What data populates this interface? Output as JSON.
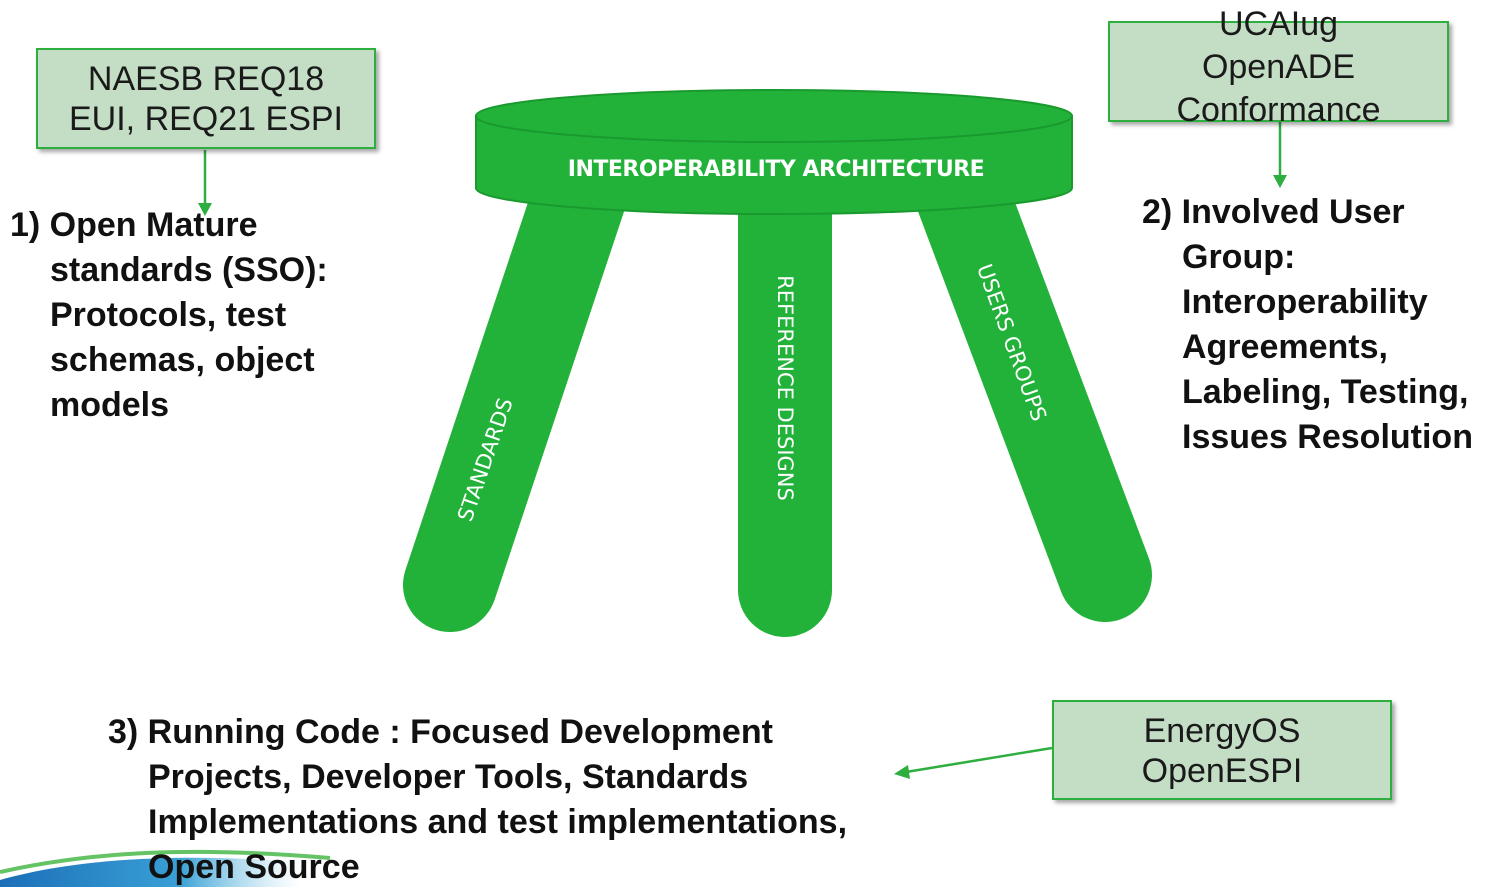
{
  "colors": {
    "stool_green": "#22b23a",
    "stool_stroke": "#1a9a2e",
    "box_fill": "#c4dec5",
    "box_border": "#2eae3f",
    "arrow": "#2eae3f"
  },
  "stool": {
    "seat_label": "INTEROPERABILITY ARCHITECTURE",
    "leg_left_label": "STANDARDS",
    "leg_middle_label": "REFERENCE DESIGNS",
    "leg_right_label": "USERS GROUPS"
  },
  "boxes": {
    "naesb": {
      "lines": [
        "NAESB REQ18",
        "EUI, REQ21 ESPI"
      ]
    },
    "ucaiug": {
      "lines": [
        "UCAIug",
        "OpenADE",
        "Conformance"
      ]
    },
    "energyos": {
      "lines": [
        "EnergyOS",
        "OpenESPI"
      ]
    }
  },
  "notes": {
    "standards": {
      "lines": [
        "1) Open Mature",
        "standards (SSO):",
        "Protocols, test",
        "schemas, object",
        "models"
      ]
    },
    "user_group": {
      "lines": [
        "2) Involved User",
        "Group:",
        "Interoperability",
        "Agreements,",
        "Labeling, Testing,",
        "Issues Resolution"
      ]
    },
    "running_code": {
      "lines": [
        "3) Running Code : Focused Development",
        "Projects, Developer Tools, Standards",
        "Implementations and test implementations,",
        "Open Source"
      ]
    }
  }
}
